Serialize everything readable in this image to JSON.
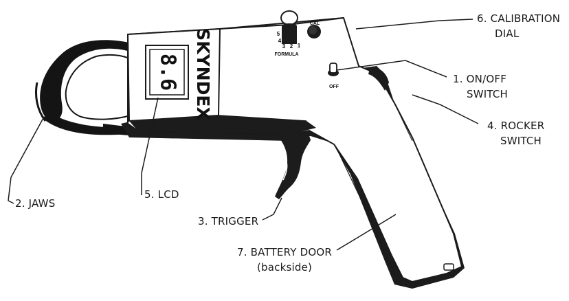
{
  "colors": {
    "ink": "#111111",
    "paper": "#ffffff",
    "shadow": "#1c1c1c"
  },
  "device": {
    "brand": "SKYNDEX",
    "lcd_reading": "8.6",
    "formula_label": "FORMULA",
    "formula_marks": [
      "5",
      "4",
      "3",
      "2",
      "1"
    ],
    "cal_label": "CAL",
    "off_label": "OFF"
  },
  "callouts": {
    "calibration": {
      "line1": "6. CALIBRATION",
      "line2": "DIAL"
    },
    "onoff": {
      "line1": "1. ON/OFF",
      "line2": "SWITCH"
    },
    "rocker": {
      "line1": "4. ROCKER",
      "line2": "SWITCH"
    },
    "jaws": {
      "line1": "2. JAWS"
    },
    "lcd": {
      "line1": "5. LCD"
    },
    "trigger": {
      "line1": "3. TRIGGER"
    },
    "battery": {
      "line1": "7. BATTERY DOOR",
      "line2": "(backside)"
    }
  }
}
